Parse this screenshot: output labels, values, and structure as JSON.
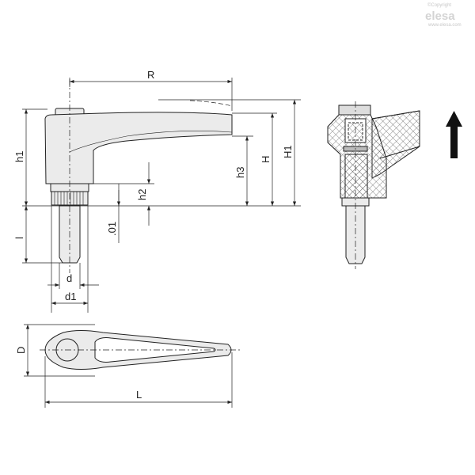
{
  "logo": {
    "copyright": "©Copyright",
    "brand": "elesa",
    "url": "www.elesa.com"
  },
  "dimensions": {
    "R": "R",
    "h1": "h1",
    "h2": "h2",
    "h3": "h3",
    "H": "H",
    "H1": "H1",
    "l": "l",
    "offset": ".01",
    "d": "d",
    "d1": "d1",
    "D": "D",
    "L": "L"
  },
  "colors": {
    "part_fill": "#ebebeb",
    "line": "#222222",
    "hatch": "#555555"
  }
}
